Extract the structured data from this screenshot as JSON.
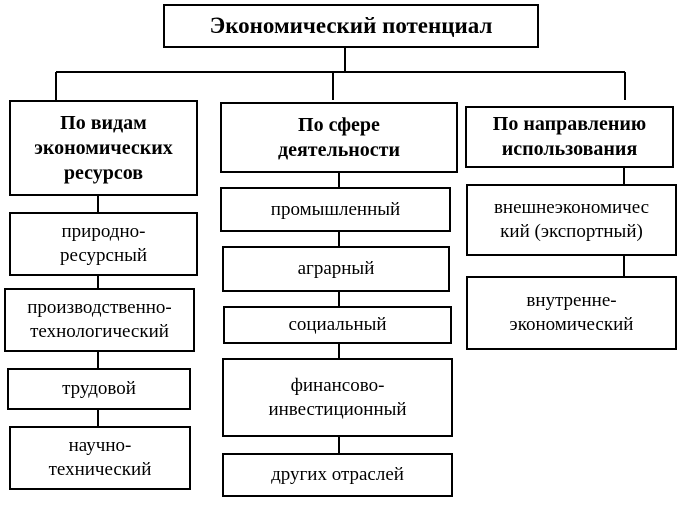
{
  "root": "Экономический потенциал",
  "columns": [
    {
      "title": "По видам\nэкономических\nресурсов",
      "items": [
        "природно-\nресурсный",
        "производственно-\nтехнологический",
        "трудовой",
        "научно-\nтехнический"
      ]
    },
    {
      "title": "По сфере\nдеятельности",
      "items": [
        "промышленный",
        "аграрный",
        "социальный",
        "финансово-\nинвестиционный",
        "других отраслей"
      ]
    },
    {
      "title": "По направлению\nиспользования",
      "items": [
        "внешнеэкономичес\nкий (экспортный)",
        "внутренне-\nэкономический"
      ]
    }
  ]
}
